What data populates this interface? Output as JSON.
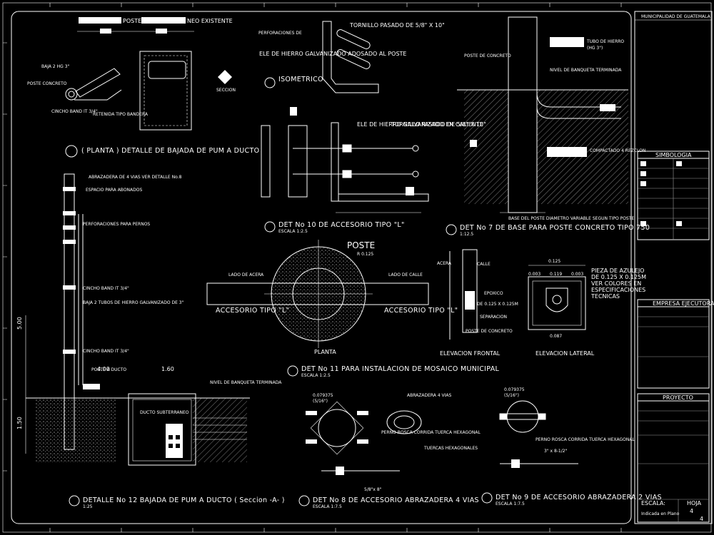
{
  "top_header": [
    "POSTE",
    "NEO EXISTENTE"
  ],
  "det_planta": {
    "title": "( PLANTA )  DETALLE DE BAJADA DE PUM A DUCTO",
    "labels": [
      "POSTE CONCRETO",
      "BAJA 2 HG 3\"",
      "CINCHO BAND IT 3/4\"",
      "RETENIDA TIPO BANDERA",
      "SECCION"
    ]
  },
  "det10": {
    "title": "DET No 10 DE ACCESORIO TIPO \"L\"",
    "scale": "ESCALA 1:2.5",
    "iso": "ISOMETRICO",
    "labels": [
      "PERFORACIONES DE",
      "TORNILLO PASADO DE 5/8\" X 10\"",
      "ELE DE HIERRO GALVANIZADO ADOSADO AL POSTE",
      "ELE DE HIERRO GALVANIZADO EN CALIENTE",
      "TORNILLO PASADO DE 5/8\" X 10\""
    ]
  },
  "det7": {
    "title": "DET No 7 DE BASE PARA POSTE CONCRETO TIPO 750",
    "scale": "1:12.5",
    "labels": [
      "POSTE DE CONCRETO",
      "NIVEL DE BANQUETA TERMINADA",
      "TUBO DE HIERRO",
      "(HG 3\")",
      "COMPACTADO 4 REZCLON",
      "BASE DEL POSTE DIAMETRO VARIABLE SEGUN TIPO POSTE"
    ]
  },
  "det11": {
    "title": "DET No 11 PARA INSTALACION DE MOSAICO MUNICIPAL",
    "scale": "ESCALA 1:2.5",
    "poste": "POSTE",
    "radius": "R 0.125",
    "labels": [
      "LADO DE ACERA",
      "LADO DE CALLE",
      "ACCESORIO TIPO \"L\"",
      "ACCESORIO TIPO \"L\"",
      "PLANTA",
      "ELEVACION FRONTAL",
      "ELEVACION LATERAL",
      "ACERA",
      "CALLE",
      "EPOXICO",
      "DE 0.125 X 0.125M",
      "SEPARACION",
      "POSTE DE CONCRETO",
      "PIEZA DE AZULEJO",
      "DE 0.125 X 0.125M",
      "VER COLORES EN",
      "ESPECIFICACIONES",
      "TECNICAS"
    ],
    "dims": [
      "0.125",
      "0.003",
      "0.119",
      "0.003",
      "0.087"
    ]
  },
  "det12": {
    "title": "DETALLE No 12 BAJADA DE PUM A DUCTO ( Seccion -A- )",
    "scale": "1:25",
    "labels": [
      "ABRAZADERA DE 4 VIAS VER DETALLE No.8",
      "ESPACIO PARA ABONADOS",
      "PERFORACIONES PARA PERNOS",
      "CINCHO BAND IT 3/4\"",
      "BAJA 2 TUBOS DE HIERRO GALVANIZADO DE 3\"",
      "CINCHO BAND IT 3/4\"",
      "POSTE A DUCTO",
      "NIVEL DE BANQUETA TERMINADA",
      "DUCTO SUBTERRANEO"
    ],
    "dims": [
      "5.00",
      "1.50",
      "4.00",
      "1.60"
    ]
  },
  "det8": {
    "title": "DET No 8 DE ACCESORIO ABRAZADERA 4 VIAS",
    "scale": "ESCALA 1:7.5",
    "labels": [
      "ABRAZADERA 4 VIAS",
      "PERNO ROSCA CORRIDA TUERCA HEXAGONAL",
      "TUERCAS HEXAGONALES",
      "5/8\"x 8\"",
      "0.079375",
      "(5/16\")"
    ]
  },
  "det9": {
    "title": "DET No 9 DE ACCESORIO ABRAZADERA 2 VIAS",
    "scale": "ESCALA 1:7.5",
    "labels": [
      "PERNO ROSCA CORRIDA TUERCA HEXAGONAL",
      "3\" x 8-1/2\"",
      "0.079375",
      "(5/16\")"
    ]
  },
  "title_block": {
    "header": "MUNICIPALIDAD DE GUATEMALA",
    "simbologia": "SIMBOLOGIA",
    "empresa": "EMPRESA EJECUTORA",
    "proyecto": "PROYECTO",
    "escala_label": "ESCALA:",
    "escala_value": "Indicada en Plano",
    "hoja_label": "HOJA",
    "hoja_value": "4",
    "hoja_total": "4"
  }
}
